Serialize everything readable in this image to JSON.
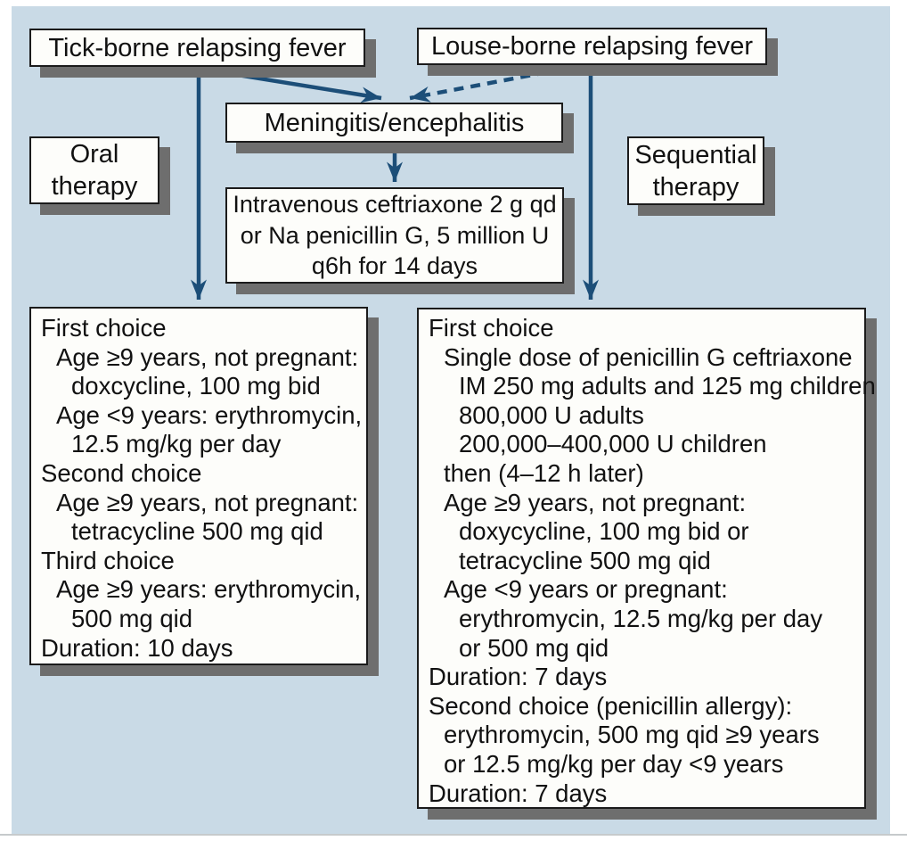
{
  "colors": {
    "canvas-bg": "#c9dae6",
    "box-bg": "#fdfdfa",
    "box-border": "#1b1b1b",
    "shadow": "#6e6e6e",
    "arrow": "#1c4e78",
    "text": "#111111"
  },
  "nodes": {
    "tick": {
      "label": "Tick-borne relapsing fever"
    },
    "louse": {
      "label": "Louse-borne relapsing fever"
    },
    "meningitis": {
      "label": "Meningitis/encephalitis"
    },
    "oral": {
      "line1": "Oral",
      "line2": "therapy"
    },
    "sequential": {
      "line1": "Sequential",
      "line2": "therapy"
    },
    "iv": {
      "lines": [
        "Intravenous ceftriaxone 2 g qd",
        "or Na penicillin G, 5 million U",
        "q6h for 14 days"
      ]
    },
    "detail_left": {
      "lines": [
        "First choice",
        "Age ≥9 years, not pregnant:",
        "doxcycline, 100 mg bid",
        "Age <9 years: erythromycin,",
        "12.5 mg/kg per day",
        "Second choice",
        "Age ≥9 years, not pregnant:",
        "tetracycline 500 mg qid",
        "Third choice",
        "Age ≥9 years: erythromycin,",
        "500 mg qid",
        "Duration: 10 days"
      ]
    },
    "detail_right": {
      "lines": [
        "First choice",
        "Single dose of penicillin G ceftriaxone",
        "IM 250 mg adults and 125 mg children",
        "800,000 U adults",
        "200,000–400,000 U children",
        "then (4–12 h later)",
        "Age ≥9 years, not pregnant:",
        "doxycycline, 100 mg bid or",
        "tetracycline 500 mg qid",
        "Age <9 years or pregnant:",
        "erythromycin, 12.5 mg/kg per day",
        "or 500 mg qid",
        "Duration: 7 days",
        "Second choice (penicillin allergy):",
        "erythromycin, 500 mg qid ≥9 years",
        "or 12.5 mg/kg per day <9 years",
        "Duration: 7 days"
      ]
    }
  },
  "connections": [
    {
      "from": "tick-borne-relapsing-fever",
      "to": "oral-therapy-detail",
      "style": "solid"
    },
    {
      "from": "tick-borne-relapsing-fever",
      "to": "meningitis-encephalitis",
      "style": "solid"
    },
    {
      "from": "louse-borne-relapsing-fever",
      "to": "meningitis-encephalitis",
      "style": "dashed"
    },
    {
      "from": "louse-borne-relapsing-fever",
      "to": "sequential-therapy-detail",
      "style": "solid"
    },
    {
      "from": "meningitis-encephalitis",
      "to": "intravenous-ceftriaxone",
      "style": "solid"
    }
  ]
}
